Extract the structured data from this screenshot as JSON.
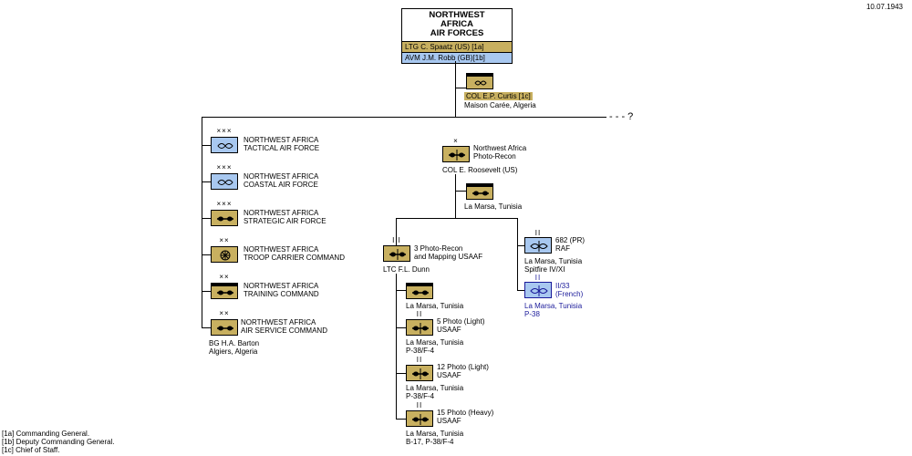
{
  "date": "10.07.1943",
  "hq": {
    "title_lines": [
      "NORTHWEST",
      "AFRICA",
      "AIR FORCES"
    ],
    "commander": "LTG  C. Spaatz (US) [1a]",
    "deputy": "AVM  J.M. Robb (GB)[1b]"
  },
  "staff": {
    "name": "COL  E.P. Curtis [1c]",
    "location": "Maison Carée, Algeria"
  },
  "unknown_marker": "- - - ?",
  "left_units": [
    {
      "echelon": "×××",
      "line1": "NORTHWEST AFRICA",
      "line2": "TACTICAL AIR FORCE"
    },
    {
      "echelon": "×××",
      "line1": "NORTHWEST AFRICA",
      "line2": "COASTAL AIR FORCE"
    },
    {
      "echelon": "×××",
      "line1": "NORTHWEST AFRICA",
      "line2": "STRATEGIC AIR FORCE"
    },
    {
      "echelon": "××",
      "line1": "NORTHWEST AFRICA",
      "line2": "TROOP CARRIER COMMAND"
    },
    {
      "echelon": "××",
      "line1": "NORTHWEST AFRICA",
      "line2": "TRAINING COMMAND"
    },
    {
      "echelon": "××",
      "line1": "NORTHWEST AFRICA",
      "line2": "AIR SERVICE COMMAND"
    }
  ],
  "air_service": {
    "commander": "BG  H.A. Barton",
    "location": "Algiers, Algeria"
  },
  "photo_recon": {
    "echelon": "×",
    "line1": "Northwest Africa",
    "line2": "Photo-Recon",
    "commander": "COL  E. Roosevelt (US)",
    "hq_location": "La Marsa, Tunisia"
  },
  "group3": {
    "echelon": "III",
    "line1": "3 Photo-Recon",
    "line2": "and Mapping USAAF",
    "commander": "LTC  F.L. Dunn",
    "hq_location": "La Marsa, Tunisia",
    "squadrons": [
      {
        "echelon": "II",
        "name": "5 Photo (Light)",
        "service": "USAAF",
        "location": "La Marsa, Tunisia",
        "aircraft": "P-38/F-4"
      },
      {
        "echelon": "II",
        "name": "12 Photo (Light)",
        "service": "USAAF",
        "location": "La Marsa, Tunisia",
        "aircraft": "P-38/F-4"
      },
      {
        "echelon": "II",
        "name": "15 Photo (Heavy)",
        "service": "USAAF",
        "location": "La Marsa, Tunisia",
        "aircraft": "B-17, P-38/F-4"
      }
    ]
  },
  "raf682": {
    "echelon": "II",
    "name": "682 (PR)",
    "service": "RAF",
    "location": "La Marsa, Tunisia",
    "aircraft": "Spitfire IV/XI"
  },
  "french": {
    "echelon": "II",
    "name": "II/33",
    "service": "(French)",
    "location": "La Marsa, Tunisia",
    "aircraft": "P-38"
  },
  "footnotes": [
    "[1a] Commanding General.",
    "[1b] Deputy Commanding General.",
    "[1c] Chief of Staff."
  ],
  "colors": {
    "air_blue": "#a8c8f0",
    "gold": "#c8b060",
    "french_text": "#1a1a9a"
  }
}
